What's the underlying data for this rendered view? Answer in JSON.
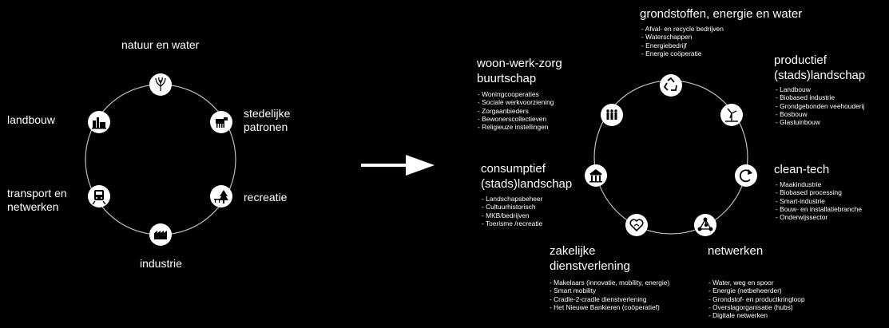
{
  "left_diagram": {
    "nodes": [
      {
        "label": "natuur en water",
        "icon": "plant-icon"
      },
      {
        "label": "stedelijke patronen",
        "icon": "cow-icon"
      },
      {
        "label": "recreatie",
        "icon": "picnic-tree-icon"
      },
      {
        "label": "industrie",
        "icon": "factory-icon"
      },
      {
        "label": "transport en netwerken",
        "icon": "train-icon"
      },
      {
        "label": "landbouw",
        "icon": "farm-icon"
      }
    ]
  },
  "right_diagram": {
    "nodes": [
      {
        "title": "grondstoffen, energie en water",
        "icon": "recycle-icon",
        "items": [
          "- Afval- en recycle bedrijven",
          "- Waterschappen",
          "- Energiebedrijf",
          "- Energie coöperatie"
        ]
      },
      {
        "title": "productief (stads)landschap",
        "icon": "windmill-icon",
        "items": [
          "- Landbouw",
          "- Biobased industrie",
          "- Grondgebonden veehouderij",
          "- Bosbouw",
          "- Glastuinbouw"
        ]
      },
      {
        "title": "clean-tech",
        "icon": "refresh-icon",
        "items": [
          "- Maakindustrie",
          "- Biobased processing",
          "- Smart-industrie",
          "- Bouw- en installatiebranche",
          "- Onderwijssector"
        ]
      },
      {
        "title": "netwerken",
        "icon": "network-icon",
        "items": [
          "- Water, weg en spoor",
          "- Energie (netbeheerder)",
          "- Grondstof- en productkringloop",
          "- Overslagorganisatie (hubs)",
          "- Digitale netwerken"
        ]
      },
      {
        "title": "zakelijke dienstverlening",
        "icon": "handshake-heart-icon",
        "items": [
          "- Makelaars (innovatie, mobility, energie)",
          "- Smart mobility",
          "- Cradle-2-cradle dienstverlening",
          "- Het Nieuwe Bankieren (coöperatief)"
        ]
      },
      {
        "title": "consumptief (stads)landschap",
        "icon": "market-icon",
        "items": [
          "- Landschapsbeheer",
          "- Cultuurhistorisch",
          "- MKB/bedrijven",
          "- Toerisme /recreatie"
        ]
      },
      {
        "title": "woon-werk-zorg buurtschap",
        "icon": "people-icon",
        "items": [
          "- Woningcooperaties",
          "- Sociale werkvoorziening",
          "- Zorgaanbieders",
          "- Bewonerscollectieven",
          "- Religieuze instellingen"
        ]
      }
    ]
  }
}
